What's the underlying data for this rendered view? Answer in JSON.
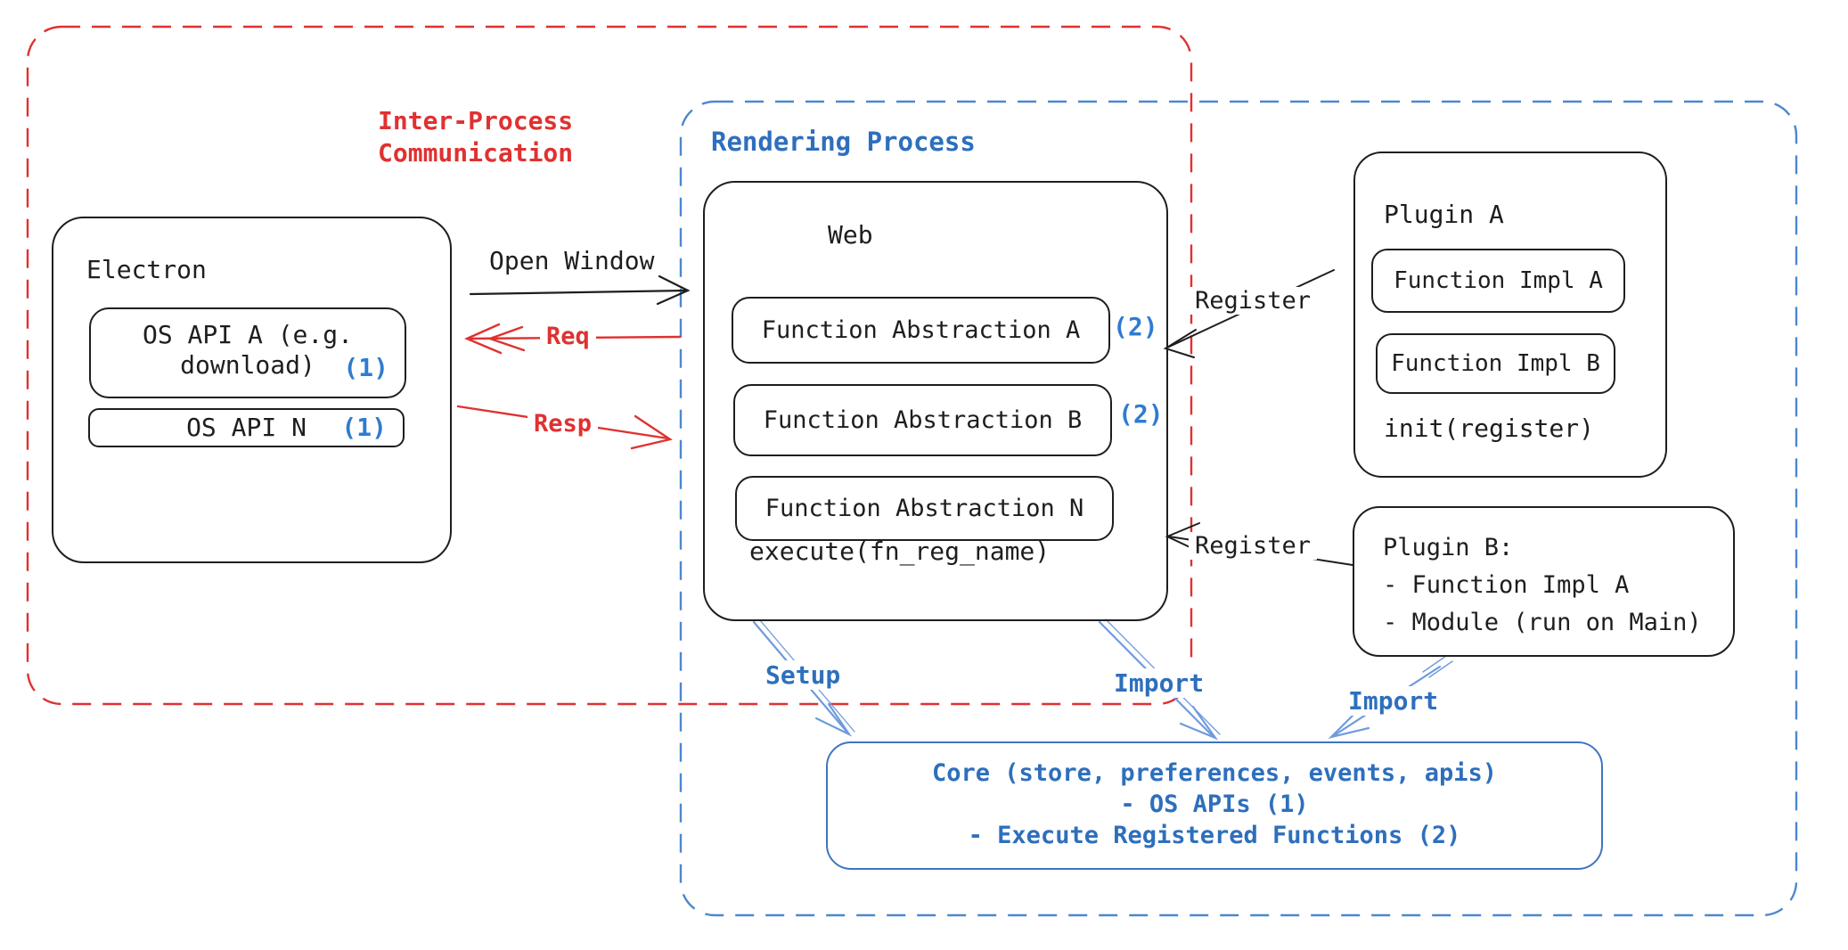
{
  "regions": {
    "ipc": {
      "label_line1": "Inter-Process",
      "label_line2": "Communication"
    },
    "rendering": {
      "label": "Rendering Process"
    }
  },
  "electron": {
    "title": "Electron",
    "os_api_a": {
      "line1": "OS API A (e.g.",
      "line2": "download)",
      "badge": "(1)"
    },
    "os_api_n": {
      "label": "OS API N",
      "badge": "(1)"
    }
  },
  "web": {
    "title": "Web",
    "abstractions": [
      {
        "label": "Function Abstraction A",
        "badge": "(2)"
      },
      {
        "label": "Function Abstraction B",
        "badge": "(2)"
      },
      {
        "label": "Function Abstraction N",
        "badge": ""
      }
    ],
    "execute_label": "execute(fn_reg_name)"
  },
  "plugin_a": {
    "title": "Plugin A",
    "impl_a": "Function Impl A",
    "impl_b": "Function Impl B",
    "init_label": "init(register)"
  },
  "plugin_b": {
    "title": "Plugin B:",
    "item_1": "- Function Impl A",
    "item_2": "- Module (run on Main)"
  },
  "core": {
    "line1": "Core (store, preferences, events, apis)",
    "line2": "- OS APIs (1)",
    "line3": "- Execute Registered Functions (2)"
  },
  "arrows": {
    "open_window": "Open Window",
    "req": "Req",
    "resp": "Resp",
    "register_a": "Register",
    "register_b": "Register",
    "setup": "Setup",
    "import_web": "Import",
    "import_plugin": "Import"
  },
  "colors": {
    "black_stroke": "#1e1e1e",
    "red": "#e03131",
    "blue_text": "#2e6fbd",
    "blue_dashed_border": "#4d87cf",
    "blue_arrow": "#6f9bdc",
    "core_border": "#3f74c2",
    "background": "#ffffff"
  }
}
